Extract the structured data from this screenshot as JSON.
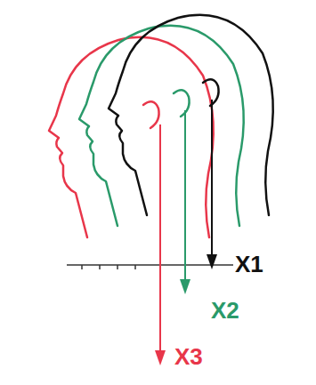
{
  "diagram": {
    "labels": [
      "X1",
      "X2",
      "X3"
    ]
  }
}
